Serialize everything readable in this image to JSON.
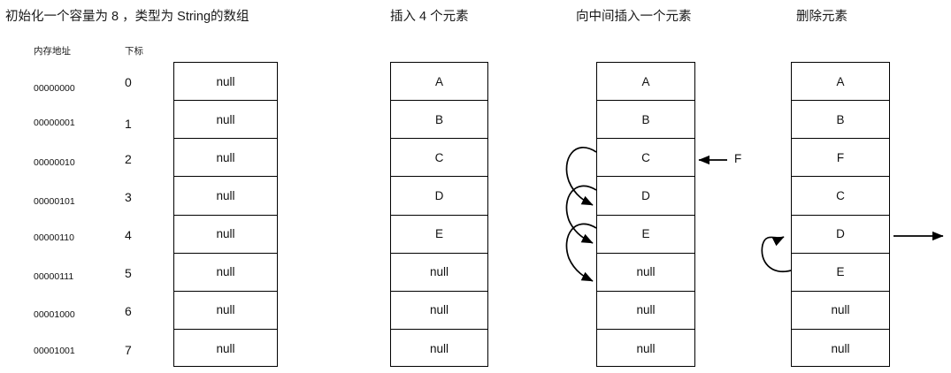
{
  "diagram": {
    "title_bar": "",
    "columns": [
      {
        "id": "init",
        "title": "初始化一个容量为 8 ，类型为 String的数组",
        "headers": {
          "address": "内存地址",
          "index": "下标"
        },
        "addresses": [
          "00000000",
          "00000001",
          "00000010",
          "00000101",
          "00000110",
          "00000111",
          "00001000",
          "00001001"
        ],
        "indices": [
          "0",
          "1",
          "2",
          "3",
          "4",
          "5",
          "6",
          "7"
        ],
        "cells": [
          "null",
          "null",
          "null",
          "null",
          "null",
          "null",
          "null",
          "null"
        ]
      },
      {
        "id": "insert-four",
        "title": "插入 4 个元素",
        "cells": [
          "A",
          "B",
          "C",
          "D",
          "E",
          "null",
          "null",
          "null"
        ]
      },
      {
        "id": "insert-middle",
        "title": "向中间插入一个元素",
        "cells": [
          "A",
          "B",
          "C",
          "D",
          "E",
          "null",
          "null",
          "null"
        ],
        "incoming_label": "F",
        "incoming_target_row": 2,
        "shift_arrows": [
          {
            "from_row": 2,
            "to_row": 3
          },
          {
            "from_row": 3,
            "to_row": 4
          },
          {
            "from_row": 4,
            "to_row": 5
          }
        ]
      },
      {
        "id": "delete",
        "title": "删除元素",
        "cells": [
          "A",
          "B",
          "F",
          "C",
          "D",
          "E",
          "null",
          "null"
        ],
        "shift_arrows": [
          {
            "from_row": 5,
            "to_row": 4
          }
        ],
        "outgoing_row": 4
      }
    ]
  }
}
